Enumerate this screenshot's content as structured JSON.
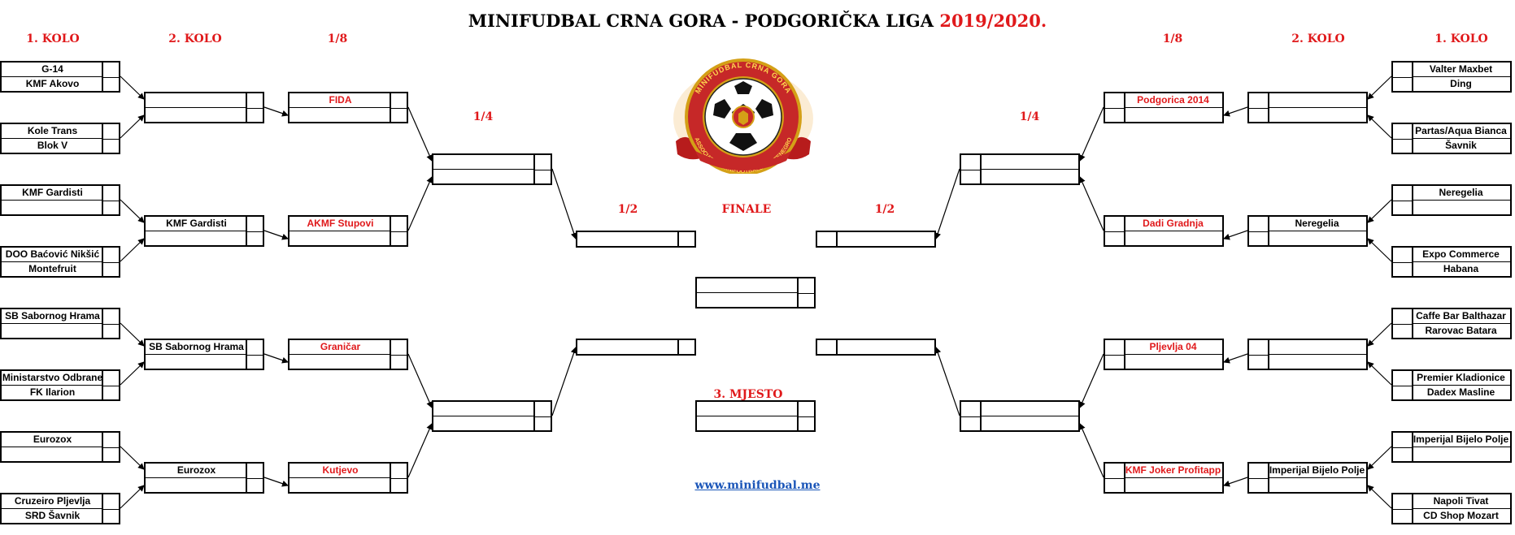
{
  "title": {
    "main": "MINIFUDBAL CRNA GORA - PODGORIČKA LIGA",
    "year": "2019/2020."
  },
  "headers": {
    "kolo1_left": "1. KOLO",
    "kolo2_left": "2. KOLO",
    "r16_left": "1/8",
    "qf_left": "1/4",
    "sf_left": "1/2",
    "finale": "FINALE",
    "sf_right": "1/2",
    "qf_right": "1/4",
    "r16_right": "1/8",
    "kolo2_right": "2. KOLO",
    "kolo1_right": "1. KOLO",
    "third_place": "3. MJESTO"
  },
  "left": {
    "kolo1": [
      [
        "G-14",
        "KMF Akovo"
      ],
      [
        "Kole Trans",
        "Blok V"
      ],
      [
        "KMF Gardisti",
        ""
      ],
      [
        "DOO Baćović Nikšić",
        "Montefruit"
      ],
      [
        "SB Sabornog Hrama",
        ""
      ],
      [
        "Ministarstvo Odbrane",
        "FK Ilarion"
      ],
      [
        "Eurozox",
        ""
      ],
      [
        "Cruzeiro Pljevlja",
        "SRD Šavnik"
      ]
    ],
    "kolo2": [
      "",
      "KMF Gardisti",
      "SB Sabornog Hrama",
      "Eurozox"
    ],
    "r16": [
      "FIDA",
      "AKMF Stupovi",
      "Graničar",
      "Kutjevo"
    ]
  },
  "right": {
    "kolo1": [
      [
        "Valter Maxbet",
        "Ding"
      ],
      [
        "Partas/Aqua Bianca",
        "Šavnik"
      ],
      [
        "Neregelia",
        ""
      ],
      [
        "Expo Commerce",
        "Habana"
      ],
      [
        "Caffe Bar Balthazar",
        "Rarovac Batara"
      ],
      [
        "Premier Kladionice",
        "Dadex Masline"
      ],
      [
        "Imperijal Bijelo Polje",
        ""
      ],
      [
        "Napoli Tivat",
        "CD Shop Mozart"
      ]
    ],
    "kolo2": [
      "",
      "Neregelia",
      "",
      "Imperijal Bijelo Polje"
    ],
    "r16": [
      "Podgorica 2014",
      "Dadi Gradnja",
      "Pljevlja 04",
      "KMF Joker Profitapp"
    ]
  },
  "logo": {
    "arc_top": "MINIFUDBAL CRNA GORA",
    "arc_bottom": "ASSOCIATION MINIFOOTBALL MONTENEGRO"
  },
  "website": "www.minifudbal.me",
  "colors": {
    "accent_red": "#e0191b",
    "link_blue": "#1a55b8",
    "line": "#000000"
  }
}
